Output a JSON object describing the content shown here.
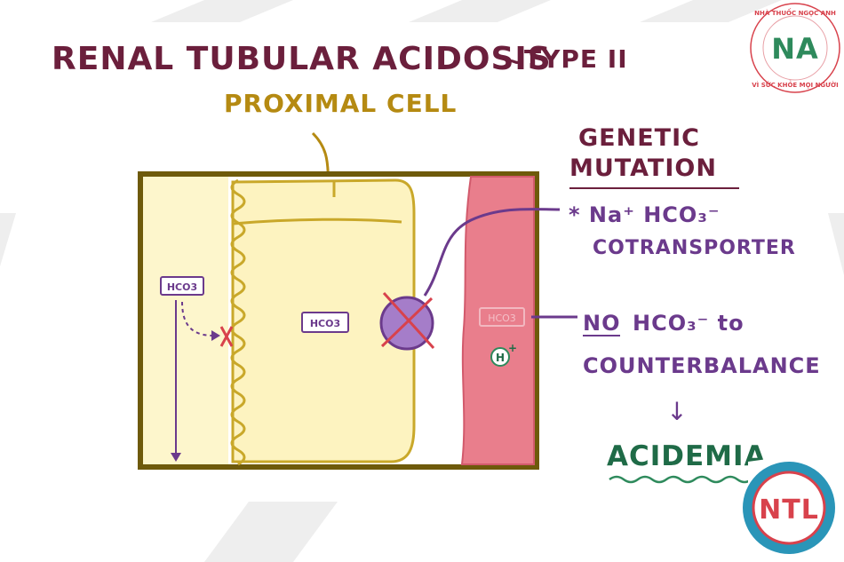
{
  "title": "RENAL TUBULAR ACIDOSIS",
  "title_sep": "~",
  "subtitle": "TYPE II",
  "cell_label": "PROXIMAL CELL",
  "genetic_header_1": "GENETIC",
  "genetic_header_2": "MUTATION",
  "cotransporter_1": "* Na⁺ HCO₃⁻",
  "cotransporter_2": "COTRANSPORTER",
  "no_word": "NO",
  "no_rest": "HCO₃⁻ to",
  "counterbalance": "COUNTERBALANCE",
  "arrow_glyph": "↓",
  "acidemia": "ACIDEMIA",
  "lumen_label": "HCO3",
  "cell_bicarb": "HCO3",
  "blood_bicarb": "HCO3",
  "hydrogen": "H",
  "hydrogen_charge": "+",
  "logo_top": "NHÀ THUỐC NGỌC ANH",
  "logo_letters": "NA",
  "logo_bottom": "VÌ SỨC KHỎE MỌI NGƯỜI",
  "logo2_letters": "NTL",
  "colors": {
    "title": "#6b1f3c",
    "gold": "#b58a12",
    "purple": "#6b3a8c",
    "cell_fill": "#fdf3c0",
    "blood_fill": "#e97e8c",
    "green": "#1f6b47",
    "red_x": "#d8424c"
  }
}
